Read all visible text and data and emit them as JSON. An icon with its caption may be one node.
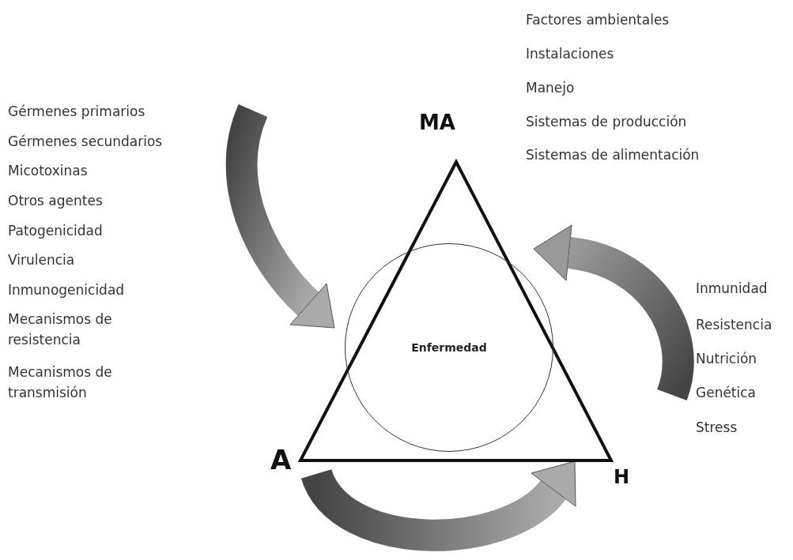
{
  "diagram": {
    "nodes": [
      {
        "text": [
          "Enfermedad"
        ]
      }
    ],
    "labels": [
      "Factores ambientales",
      "Instalaciones",
      "Manejo",
      "Sistemas de producción",
      "Sistemas de alimentación",
      "Gérmenes primarios",
      "Gérmenes secundarios",
      "Micotoxinas",
      "Otros agentes",
      "Patogenicidad",
      "Virulencia",
      "Inmunogenicidad",
      "Mecanismos de resistencia",
      "Mecanismos de transmisión",
      "MA",
      "A",
      "H",
      "Inmunidad",
      "Resistencia",
      "Nutrición",
      "Genética",
      "Stress"
    ]
  }
}
